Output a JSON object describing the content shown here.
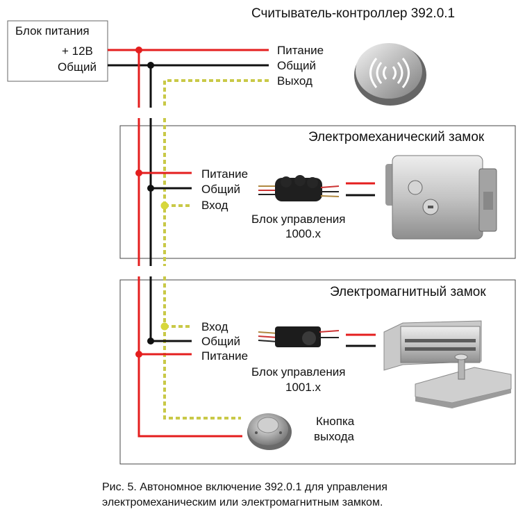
{
  "power_supply": {
    "title": "Блок питания",
    "plus": "+ 12В",
    "common": "Общий"
  },
  "reader": {
    "title": "Считыватель-контроллер 392.0.1",
    "power": "Питание",
    "common": "Общий",
    "output": "Выход"
  },
  "electromech": {
    "title": "Электромеханический замок",
    "power": "Питание",
    "common": "Общий",
    "input": "Вход",
    "unit_line1": "Блок управления",
    "unit_line2": "1000.х"
  },
  "electromag": {
    "title": "Электромагнитный замок",
    "input": "Вход",
    "common": "Общий",
    "power": "Питание",
    "unit_line1": "Блок управления",
    "unit_line2": "1001.х"
  },
  "exit_button": {
    "line1": "Кнопка",
    "line2": "выхода"
  },
  "caption": {
    "line1": "Рис. 5. Автономное включение 392.0.1 для управления",
    "line2": "электромеханическим или электромагнитным замком."
  },
  "colors": {
    "power_wire": "#e41e1e",
    "common_wire": "#111111",
    "signal_wire": "#c9c948",
    "frame": "#444444"
  }
}
